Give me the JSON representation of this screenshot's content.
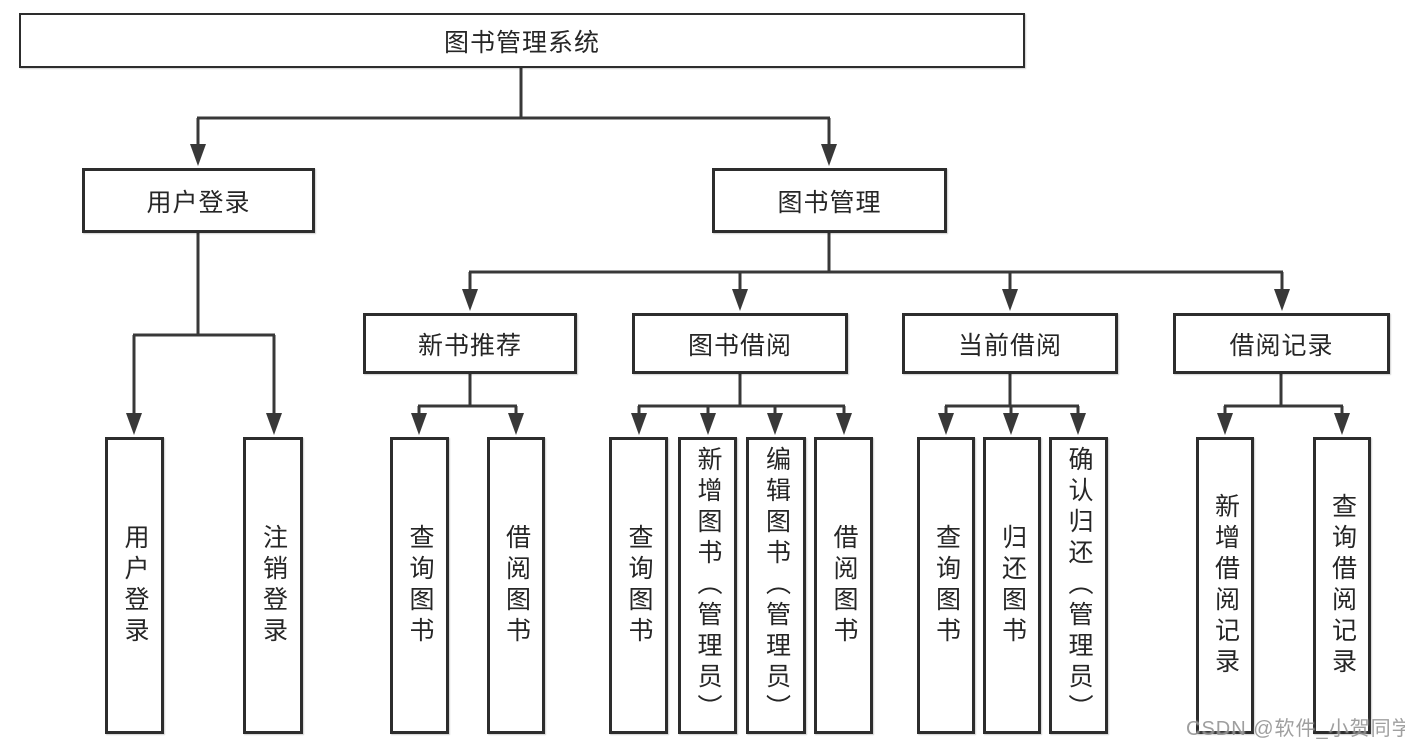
{
  "diagram": {
    "root": {
      "label": "图书管理系统"
    },
    "level2": [
      {
        "label": "用户登录"
      },
      {
        "label": "图书管理"
      }
    ],
    "level3": [
      {
        "label": "新书推荐"
      },
      {
        "label": "图书借阅"
      },
      {
        "label": "当前借阅"
      },
      {
        "label": "借阅记录"
      }
    ],
    "leaves": {
      "login": [
        "用户登录",
        "注销登录"
      ],
      "recommend": [
        "查询图书",
        "借阅图书"
      ],
      "borrow": [
        "查询图书",
        "新增图书（管理员）",
        "编辑图书（管理员）",
        "借阅图书"
      ],
      "current": [
        "查询图书",
        "归还图书",
        "确认归还（管理员）"
      ],
      "records": [
        "新增借阅记录",
        "查询借阅记录"
      ]
    },
    "colors": {
      "line": "#383838",
      "border": "#2d2d2d",
      "text": "#262626",
      "watermark": "#8a8a8a"
    }
  },
  "watermark": {
    "text": "CSDN @软件_小贺同学"
  }
}
